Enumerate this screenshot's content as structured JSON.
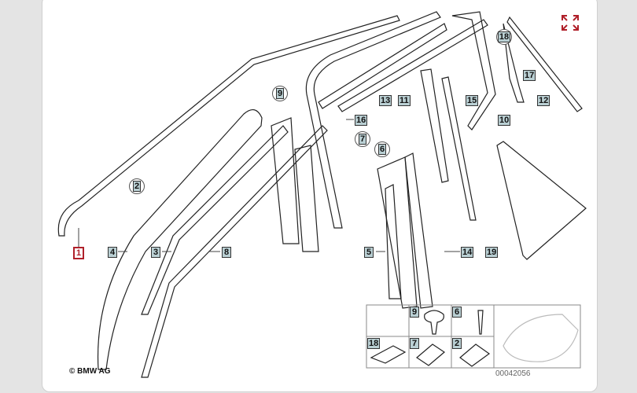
{
  "diagram": {
    "callouts_boxed": [
      "1",
      "4",
      "3",
      "8",
      "13",
      "11",
      "15",
      "16",
      "10",
      "17",
      "12",
      "5",
      "14",
      "19"
    ],
    "callouts_circled": [
      "2",
      "9",
      "7",
      "6",
      "18"
    ],
    "legend_labels": [
      "9",
      "6",
      "18",
      "7",
      "2"
    ],
    "copyright": "© BMW AG",
    "image_number": "00042056"
  },
  "colors": {
    "accent": "#b0202a",
    "label_bg": "#b9cfd3"
  },
  "icons": {
    "expand": "expand-icon"
  }
}
